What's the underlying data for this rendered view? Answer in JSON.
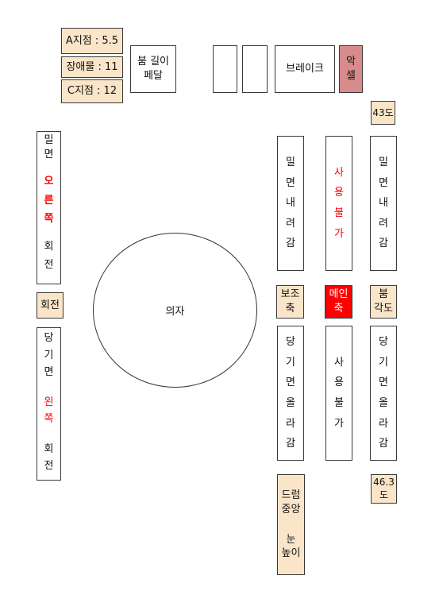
{
  "top_left": {
    "a_point": "A지점 : 5.5",
    "obstacle": "장애물 : 11",
    "c_point": "C지점 : 12"
  },
  "boom_length_pedal": {
    "line1": "붐 길이",
    "line2": "페달"
  },
  "brake": "브레이크",
  "accel": {
    "line1": "악",
    "line2": "셀"
  },
  "angle_top": "43도",
  "left_column": {
    "push_rotate": {
      "chars_top": [
        "밀",
        "면"
      ],
      "chars_red": [
        "오",
        "른",
        "쪽"
      ],
      "chars_bottom": [
        "회",
        "전"
      ]
    },
    "rotate": "회전",
    "pull_rotate": {
      "chars_top": [
        "당",
        "기",
        "면"
      ],
      "chars_red": [
        "왼",
        "쪽"
      ],
      "chars_bottom": [
        "회",
        "전"
      ]
    }
  },
  "chair": "의자",
  "right_panel": {
    "aux_down": [
      "밀",
      "면",
      "내",
      "려",
      "감"
    ],
    "main_unavailable": [
      "사",
      "용",
      "불",
      "가"
    ],
    "boom_down": [
      "밀",
      "면",
      "내",
      "려",
      "감"
    ],
    "aux_axis": {
      "line1": "보조",
      "line2": "축"
    },
    "main_axis": {
      "line1": "메인",
      "line2": "축"
    },
    "boom_angle": {
      "line1": "붐",
      "line2": "각도"
    },
    "aux_up": [
      "당",
      "기",
      "면",
      "올",
      "라",
      "감"
    ],
    "main_unavailable2": [
      "사",
      "용",
      "불",
      "가"
    ],
    "boom_up": [
      "당",
      "기",
      "면",
      "올",
      "라",
      "감"
    ],
    "drum": {
      "line1": "드럼",
      "line2": "중앙",
      "line3": "눈",
      "line4": "높이"
    },
    "angle_bottom": {
      "line1": "46.3",
      "line2": "도"
    }
  }
}
